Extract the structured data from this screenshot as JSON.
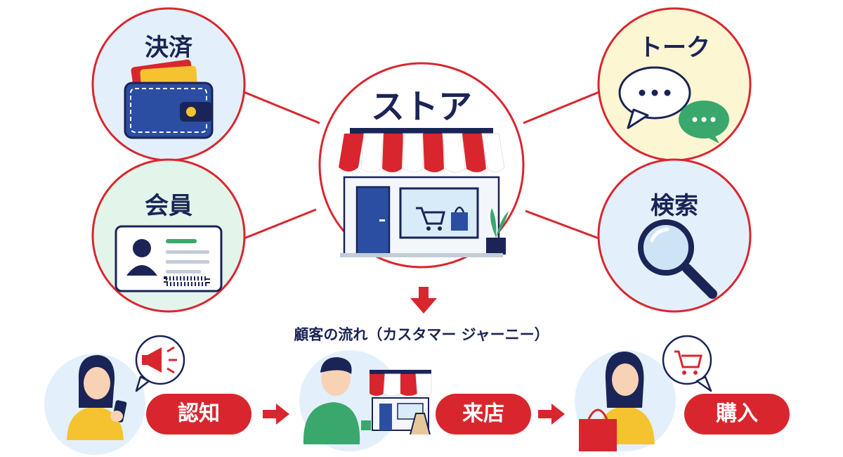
{
  "hub": {
    "title": "ストア"
  },
  "features": [
    {
      "id": "payment",
      "title": "決済",
      "icon": "wallet-icon"
    },
    {
      "id": "membership",
      "title": "会員",
      "icon": "member-card-icon"
    },
    {
      "id": "talk",
      "title": "トーク",
      "icon": "chat-bubbles-icon"
    },
    {
      "id": "search",
      "title": "検索",
      "icon": "magnifier-icon"
    }
  ],
  "journey": {
    "title": "顧客の流れ（カスタマー ジャーニー）",
    "steps": [
      {
        "label": "認知",
        "icon": "megaphone-icon"
      },
      {
        "label": "来店",
        "icon": "storefront-icon"
      },
      {
        "label": "購入",
        "icon": "cart-icon"
      }
    ]
  },
  "colors": {
    "accent_red": "#d9262e",
    "navy": "#1a2456",
    "payment_bg": "#e3f0fb",
    "membership_bg": "#e3f5ea",
    "talk_bg": "#fdf6d3",
    "search_bg": "#e3f0fb"
  }
}
